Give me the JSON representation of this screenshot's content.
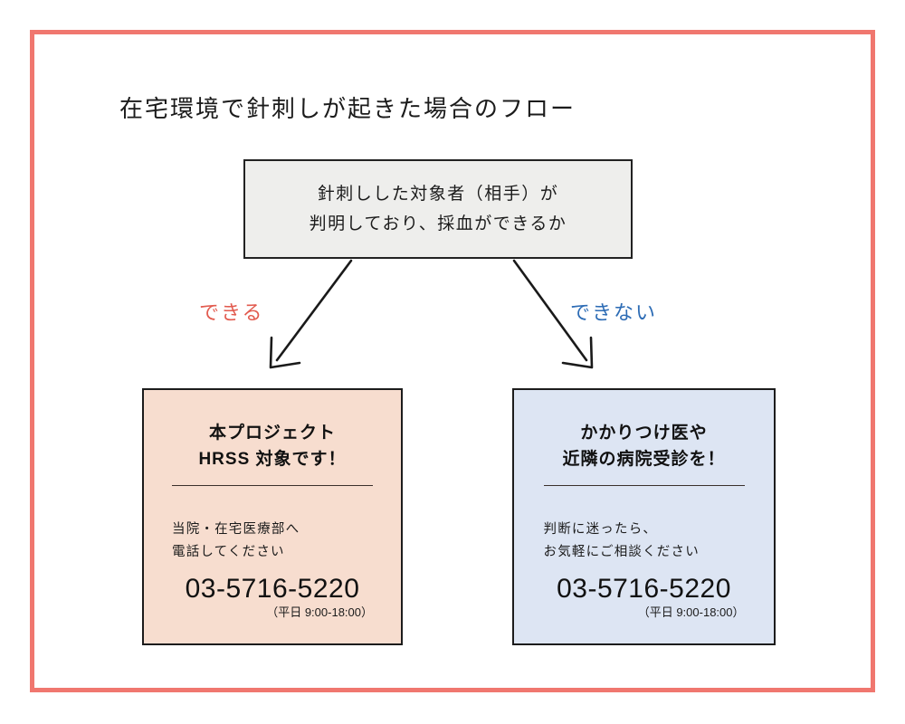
{
  "frame": {
    "border_color": "#f0776f"
  },
  "title": "在宅環境で針刺しが起きた場合のフロー",
  "decision": {
    "line1": "針刺しした対象者（相手）が",
    "line2": "判明しており、採血ができるか",
    "fill_color": "#eeeeec",
    "border_color": "#222222"
  },
  "branches": {
    "yes": {
      "label": "できる",
      "color": "#e25b4f"
    },
    "no": {
      "label": "できない",
      "color": "#2d6cb5"
    }
  },
  "outcomes": [
    {
      "id": "left",
      "heading_line1": "本プロジェクト",
      "heading_line2": "HRSS 対象です！",
      "body_line1": "当院・在宅医療部へ",
      "body_line2": "電話してください",
      "phone": "03-5716-5220",
      "hours": "（平日 9:00-18:00）",
      "fill_color": "#f7ddcf",
      "border_color": "#1c1c1c"
    },
    {
      "id": "right",
      "heading_line1": "かかりつけ医や",
      "heading_line2": "近隣の病院受診を！",
      "body_line1": "判断に迷ったら、",
      "body_line2": "お気軽にご相談ください",
      "phone": "03-5716-5220",
      "hours": "（平日 9:00-18:00）",
      "fill_color": "#dde5f3",
      "border_color": "#1c1c1c"
    }
  ]
}
